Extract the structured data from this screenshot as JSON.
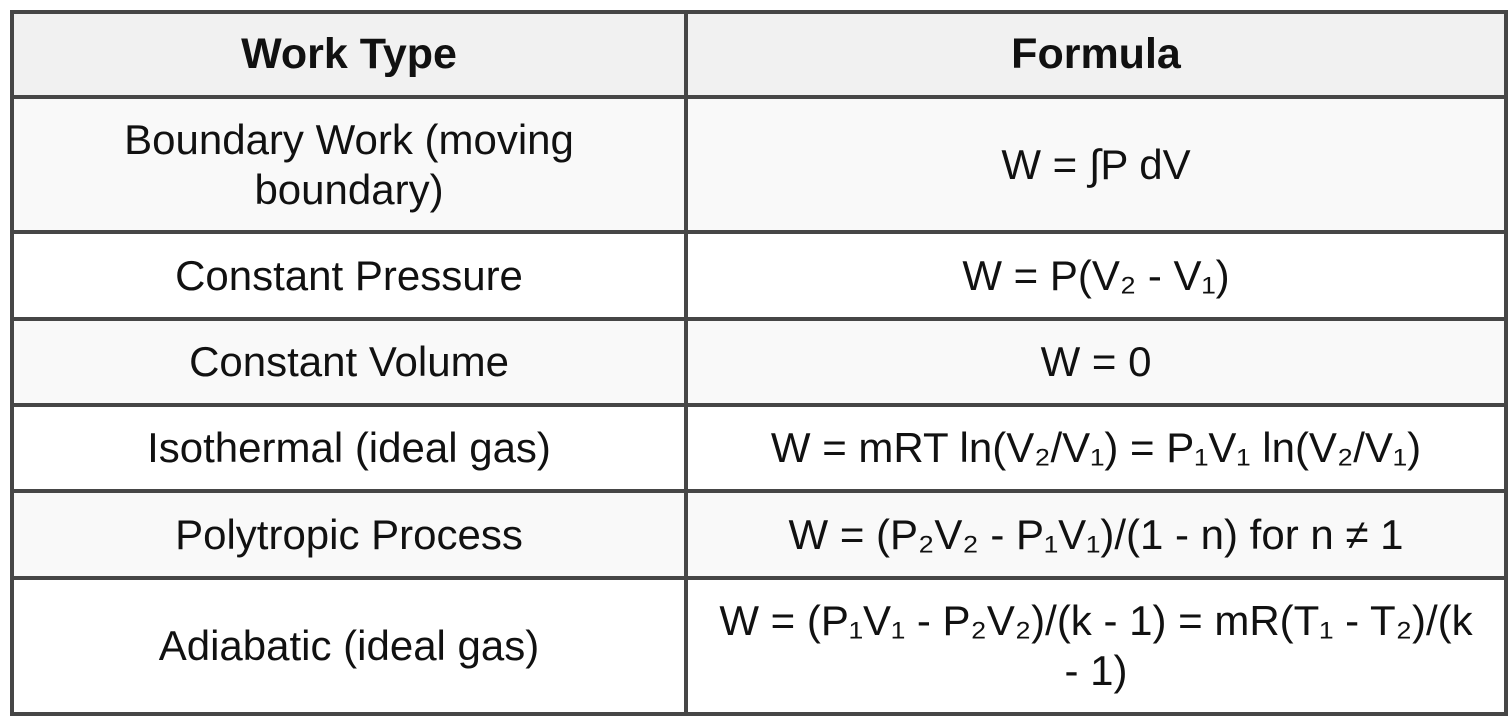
{
  "table": {
    "title": "Work formulas table",
    "columns": {
      "work_type": "Work Type",
      "formula": "Formula"
    },
    "rows": [
      {
        "work_type": "Boundary Work (moving boundary)",
        "formula": "W = ∫P dV"
      },
      {
        "work_type": "Constant Pressure",
        "formula": "W = P(V₂ - V₁)"
      },
      {
        "work_type": "Constant Volume",
        "formula": "W = 0"
      },
      {
        "work_type": "Isothermal (ideal gas)",
        "formula": "W = mRT ln(V₂/V₁) = P₁V₁ ln(V₂/V₁)"
      },
      {
        "work_type": "Polytropic Process",
        "formula": "W = (P₂V₂ - P₁V₁)/(1 - n) for n ≠ 1"
      },
      {
        "work_type": "Adiabatic (ideal gas)",
        "formula": "W = (P₁V₁ - P₂V₂)/(k - 1) = mR(T₁ - T₂)/(k - 1)"
      }
    ],
    "colors": {
      "border": "#464646",
      "header_background": "#f1f1f1",
      "stripe_row_background": "#f9f9f9",
      "plain_row_background": "#ffffff",
      "text": "#111111"
    }
  }
}
